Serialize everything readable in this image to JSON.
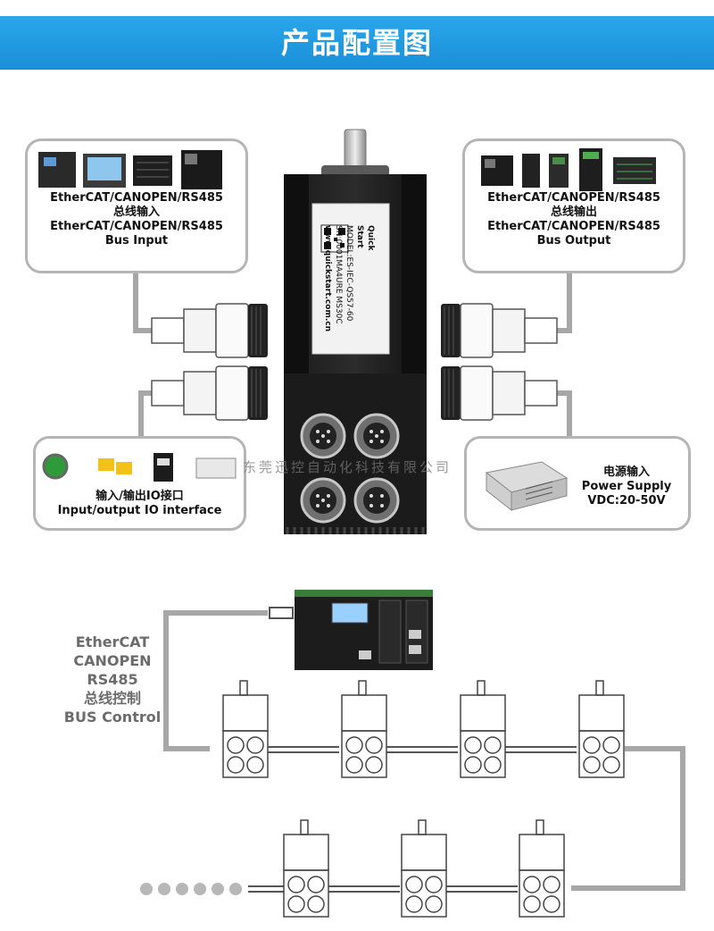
{
  "header": {
    "title": "产品配置图"
  },
  "bus_input": {
    "lines": [
      "EtherCAT/CANOPEN/RS485",
      "总线输入",
      "EtherCAT/CANOPEN/RS485",
      "Bus Input"
    ]
  },
  "bus_output": {
    "lines": [
      "EtherCAT/CANOPEN/RS485",
      "总线输出",
      "EtherCAT/CANOPEN/RS485",
      "Bus Output"
    ]
  },
  "io_interface": {
    "lines": [
      "输入/输出IO接口",
      "Input/output IO interface"
    ]
  },
  "power_input": {
    "lines": [
      "电源输入",
      "Power Supply",
      "VDC:20-50V"
    ]
  },
  "motor_label": {
    "brand_top": "Quick",
    "brand_bottom": "Start",
    "model": "MODEL:ES-IEC-QS57-60",
    "serial": "SN:0001MA4URE MS30C",
    "website": "www.quickstart.com.cn"
  },
  "bus_control": {
    "lines": [
      "EtherCAT",
      "CANOPEN",
      "RS485",
      "总线控制",
      "BUS Control"
    ]
  },
  "watermark": "东莞迅控自动化科技有限公司",
  "colors": {
    "banner": "#1e97dd",
    "border": "#b5b5b5",
    "cable": "#a7a7a7",
    "bus_text": "#6c6c6c"
  }
}
